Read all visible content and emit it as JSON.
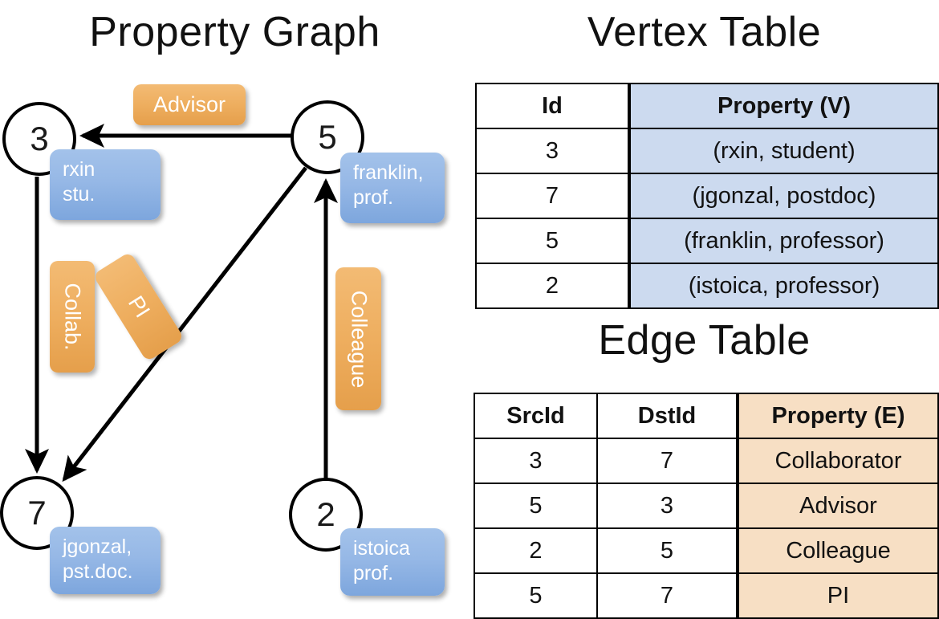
{
  "panels": {
    "graph_title": "Property Graph",
    "vertex_title": "Vertex Table",
    "edge_title": "Edge Table"
  },
  "graph": {
    "nodes": [
      {
        "id": "3",
        "property_line1": "rxin",
        "property_line2": "stu."
      },
      {
        "id": "5",
        "property_line1": "franklin,",
        "property_line2": "prof."
      },
      {
        "id": "7",
        "property_line1": "jgonzal,",
        "property_line2": "pst.doc."
      },
      {
        "id": "2",
        "property_line1": "istoica",
        "property_line2": "prof."
      }
    ],
    "edge_labels": {
      "advisor": "Advisor",
      "collab": "Collab.",
      "pi": "PI",
      "colleague": "Colleague"
    },
    "edges": [
      {
        "src": "5",
        "dst": "3",
        "label": "Advisor"
      },
      {
        "src": "3",
        "dst": "7",
        "label": "Collab."
      },
      {
        "src": "5",
        "dst": "7",
        "label": "PI"
      },
      {
        "src": "2",
        "dst": "5",
        "label": "Colleague"
      }
    ]
  },
  "vertex_table": {
    "headers": [
      "Id",
      "Property (V)"
    ],
    "rows": [
      {
        "id": "3",
        "property": "(rxin, student)"
      },
      {
        "id": "7",
        "property": "(jgonzal, postdoc)"
      },
      {
        "id": "5",
        "property": "(franklin, professor)"
      },
      {
        "id": "2",
        "property": "(istoica, professor)"
      }
    ]
  },
  "edge_table": {
    "headers": [
      "SrcId",
      "DstId",
      "Property (E)"
    ],
    "rows": [
      {
        "src": "3",
        "dst": "7",
        "property": "Collaborator"
      },
      {
        "src": "5",
        "dst": "3",
        "property": "Advisor"
      },
      {
        "src": "2",
        "dst": "5",
        "property": "Colleague"
      },
      {
        "src": "5",
        "dst": "7",
        "property": "PI"
      }
    ]
  },
  "colors": {
    "vertex_property_fill": "#ccdaef",
    "edge_property_fill": "#f7dfc4",
    "node_property_box": "#96b8e6",
    "edge_label_box": "#eeae5f",
    "stroke": "#000000",
    "background": "#ffffff"
  }
}
